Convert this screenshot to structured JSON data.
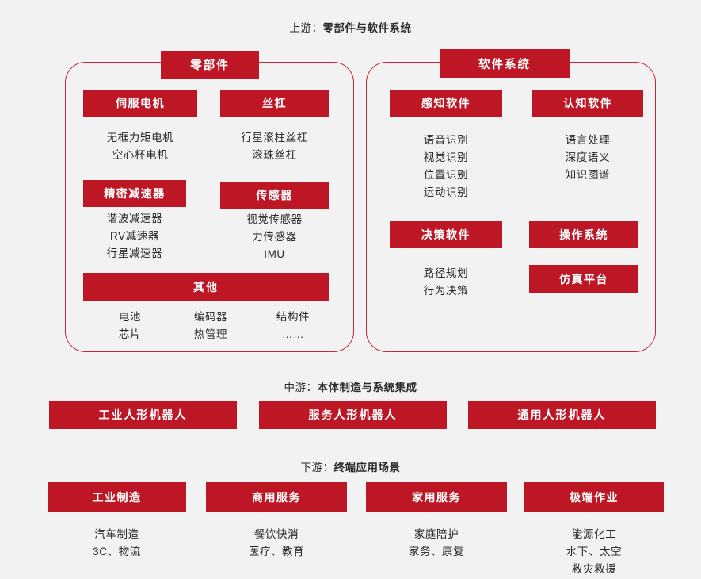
{
  "sections": {
    "upstream": {
      "lead": "上游：",
      "strong": "零部件与软件系统"
    },
    "midstream": {
      "lead": "中游：",
      "strong": "本体制造与系统集成"
    },
    "downstream": {
      "lead": "下游：",
      "strong": "终端应用场景"
    }
  },
  "colors": {
    "red": "#bd1624",
    "border": "#c2263a",
    "background": "#f2f2f2"
  },
  "upstream": {
    "parts_panel": {
      "header": "零部件",
      "groups": [
        {
          "title": "伺服电机",
          "items": "无框力矩电机\n空心杯电机"
        },
        {
          "title": "丝杠",
          "items": "行星滚柱丝杠\n滚珠丝杠"
        },
        {
          "title": "精密减速器",
          "items": "谐波减速器\nRV减速器\n行星减速器"
        },
        {
          "title": "传感器",
          "items": "视觉传感器\n力传感器\nIMU"
        },
        {
          "title": "其他",
          "items_col1": "电池\n芯片",
          "items_col2": "编码器\n热管理",
          "items_col3": "结构件\n……"
        }
      ]
    },
    "software_panel": {
      "header": "软件系统",
      "groups": [
        {
          "title": "感知软件",
          "items": "语音识别\n视觉识别\n位置识别\n运动识别"
        },
        {
          "title": "认知软件",
          "items": "语言处理\n深度语义\n知识图谱"
        },
        {
          "title": "决策软件",
          "items": "路径规划\n行为决策"
        },
        {
          "title": "操作系统",
          "items": ""
        },
        {
          "title": "仿真平台",
          "items": ""
        }
      ]
    }
  },
  "midstream": {
    "boxes": [
      "工业人形机器人",
      "服务人形机器人",
      "通用人形机器人"
    ]
  },
  "downstream": {
    "columns": [
      {
        "title": "工业制造",
        "items": "汽车制造\n3C、物流"
      },
      {
        "title": "商用服务",
        "items": "餐饮快消\n医疗、教育"
      },
      {
        "title": "家用服务",
        "items": "家庭陪护\n家务、康复"
      },
      {
        "title": "极端作业",
        "items": "能源化工\n水下、太空\n救灾救援"
      }
    ]
  }
}
